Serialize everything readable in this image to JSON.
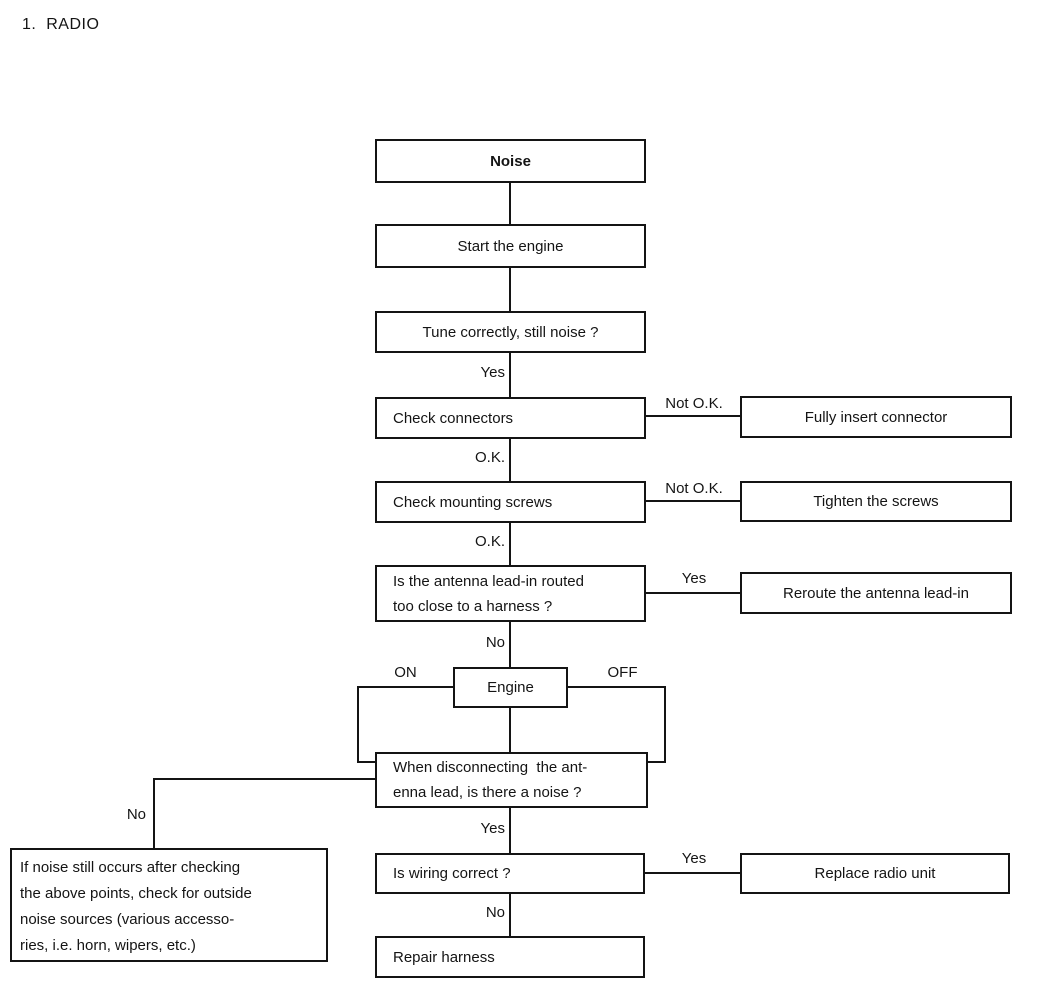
{
  "title": "1.  RADIO",
  "nodes": {
    "noise": "Noise",
    "start_engine": "Start the engine",
    "tune": "Tune correctly, still noise ?",
    "check_connectors": "Check connectors",
    "fully_insert": "Fully insert connector",
    "check_screws": "Check mounting screws",
    "tighten_screws": "Tighten the screws",
    "antenna_lines": [
      "Is the antenna lead-in routed",
      "too close to a harness ?"
    ],
    "reroute": "Reroute the antenna lead-in",
    "engine": "Engine",
    "disconnect_lines": [
      "When disconnecting  the ant-",
      "enna lead, is there a noise ?"
    ],
    "wiring": "Is wiring correct ?",
    "replace_radio": "Replace radio unit",
    "repair_harness": "Repair harness",
    "outside_noise_lines": [
      "If noise still occurs after checking",
      "the above points, check for outside",
      "noise sources (various accesso-",
      "ries, i.e. horn, wipers, etc.)"
    ]
  },
  "labels": {
    "yes_tune": "Yes",
    "not_ok_connectors": "Not O.K.",
    "ok_connectors": "O.K.",
    "not_ok_screws": "Not O.K.",
    "ok_screws": "O.K.",
    "yes_antenna": "Yes",
    "no_antenna": "No",
    "engine_on": "ON",
    "engine_off": "OFF",
    "no_disconnect": "No",
    "yes_disconnect": "Yes",
    "yes_wiring": "Yes",
    "no_wiring": "No"
  },
  "colors": {
    "line": "#141414",
    "background": "#ffffff"
  }
}
